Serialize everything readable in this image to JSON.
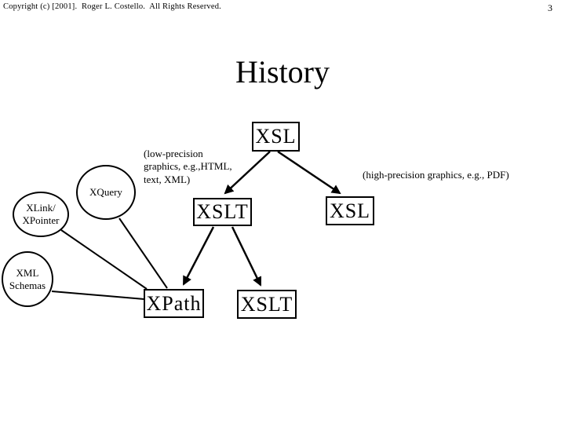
{
  "slide": {
    "copyright": "Copyright (c) [2001].  Roger L. Costello.  All Rights Reserved.",
    "page_number": "3",
    "title": "History"
  },
  "diagram": {
    "boxes": {
      "xsl_top": {
        "label": "XSL"
      },
      "xslt_mid": {
        "label": "XSLT"
      },
      "xsl_right": {
        "label": "XSL"
      },
      "xpath": {
        "label": "XPath"
      },
      "xslt_bottom": {
        "label": "XSLT"
      }
    },
    "ellipses": {
      "xquery": {
        "label": "XQuery"
      },
      "xlink_xpointer": {
        "label": "XLink/\nXPointer"
      },
      "xml_schemas": {
        "label": "XML\nSchemas"
      }
    },
    "annotations": {
      "low_precision": "(low-precision\ngraphics, e.g.,HTML,\ntext, XML)",
      "high_precision": "(high-precision graphics, e.g., PDF)"
    },
    "colors": {
      "ink": "#000000",
      "background": "#ffffff"
    }
  }
}
